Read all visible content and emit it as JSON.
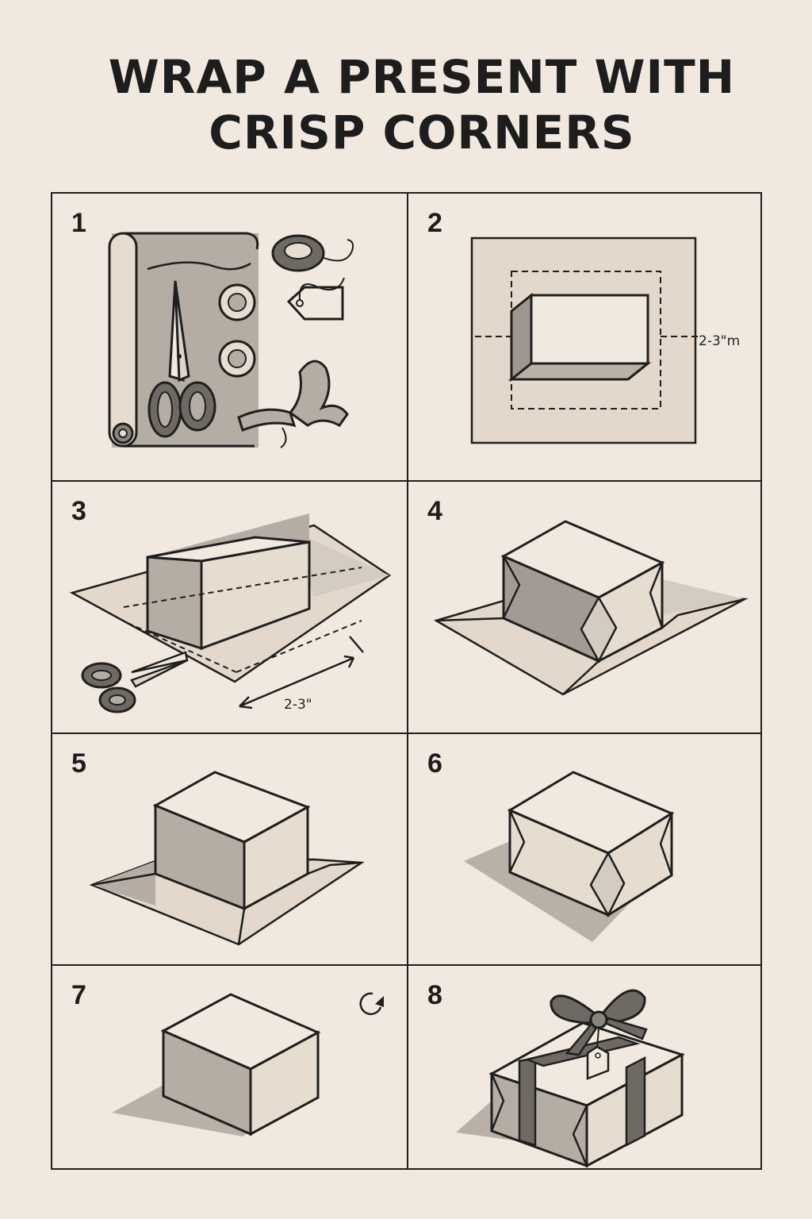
{
  "title": {
    "line1": "WRAP A PRESENT WITH",
    "line2": "CRISP CORNERS"
  },
  "steps": [
    {
      "number": "1"
    },
    {
      "number": "2",
      "annotation": "2-3\"m"
    },
    {
      "number": "3",
      "annotation": "2-3\""
    },
    {
      "number": "4"
    },
    {
      "number": "5"
    },
    {
      "number": "6"
    },
    {
      "number": "7",
      "icon": "rotate-icon"
    },
    {
      "number": "8"
    }
  ],
  "colors": {
    "background": "#f1e9df",
    "line": "#1f1f1f",
    "paper": "#e6dcd0",
    "shade": "#b9b1a8",
    "dark": "#6f6963"
  }
}
